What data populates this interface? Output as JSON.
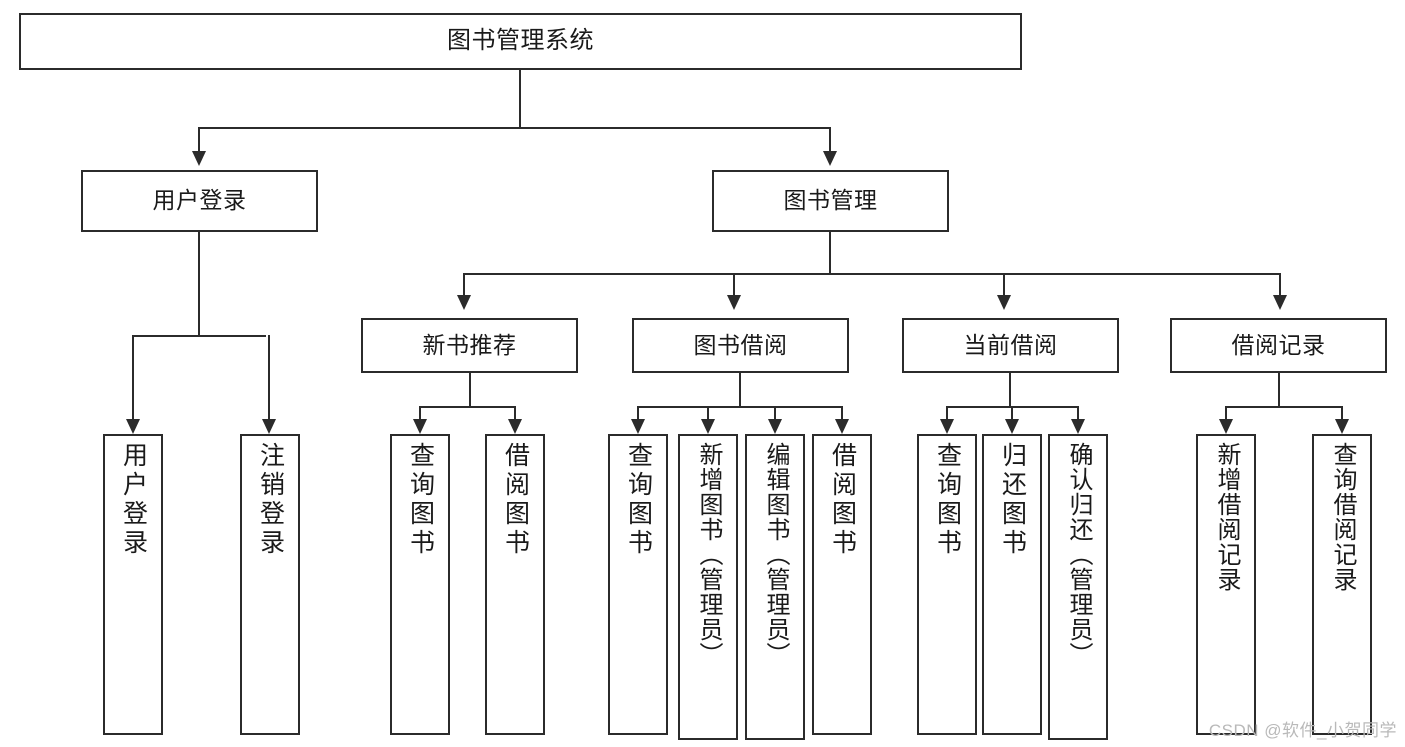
{
  "diagram": {
    "type": "tree-hierarchy",
    "title": "图书管理系统",
    "watermark": "CSDN @软件_小贺同学",
    "colors": {
      "stroke": "#2b2b2b",
      "fill": "#ffffff",
      "text": "#1a1a1a",
      "watermark": "#b9b9b9"
    },
    "nodes": {
      "root": {
        "label": "图书管理系统"
      },
      "level2": [
        {
          "id": "user-login",
          "label": "用户登录"
        },
        {
          "id": "book-manage",
          "label": "图书管理"
        }
      ],
      "level3": [
        {
          "id": "new-book-recommend",
          "label": "新书推荐"
        },
        {
          "id": "book-borrow",
          "label": "图书借阅"
        },
        {
          "id": "current-borrow",
          "label": "当前借阅"
        },
        {
          "id": "borrow-record",
          "label": "借阅记录"
        }
      ],
      "leaves": {
        "user_login": [
          {
            "id": "leaf-user-login",
            "label": "用户登录"
          },
          {
            "id": "leaf-logout-login",
            "label": "注销登录"
          }
        ],
        "new_book_recommend": [
          {
            "id": "leaf-query-book-1",
            "label": "查询图书"
          },
          {
            "id": "leaf-borrow-book-1",
            "label": "借阅图书"
          }
        ],
        "book_borrow": [
          {
            "id": "leaf-query-book-2",
            "label": "查询图书"
          },
          {
            "id": "leaf-add-book-admin",
            "label": "新增图书（管理员）"
          },
          {
            "id": "leaf-edit-book-admin",
            "label": "编辑图书（管理员）"
          },
          {
            "id": "leaf-borrow-book-2",
            "label": "借阅图书"
          }
        ],
        "current_borrow": [
          {
            "id": "leaf-query-book-3",
            "label": "查询图书"
          },
          {
            "id": "leaf-return-book",
            "label": "归还图书"
          },
          {
            "id": "leaf-confirm-return-admin",
            "label": "确认归还（管理员）"
          }
        ],
        "borrow_record": [
          {
            "id": "leaf-add-borrow-record",
            "label": "新增借阅记录"
          },
          {
            "id": "leaf-query-borrow-record",
            "label": "查询借阅记录"
          }
        ]
      }
    }
  }
}
